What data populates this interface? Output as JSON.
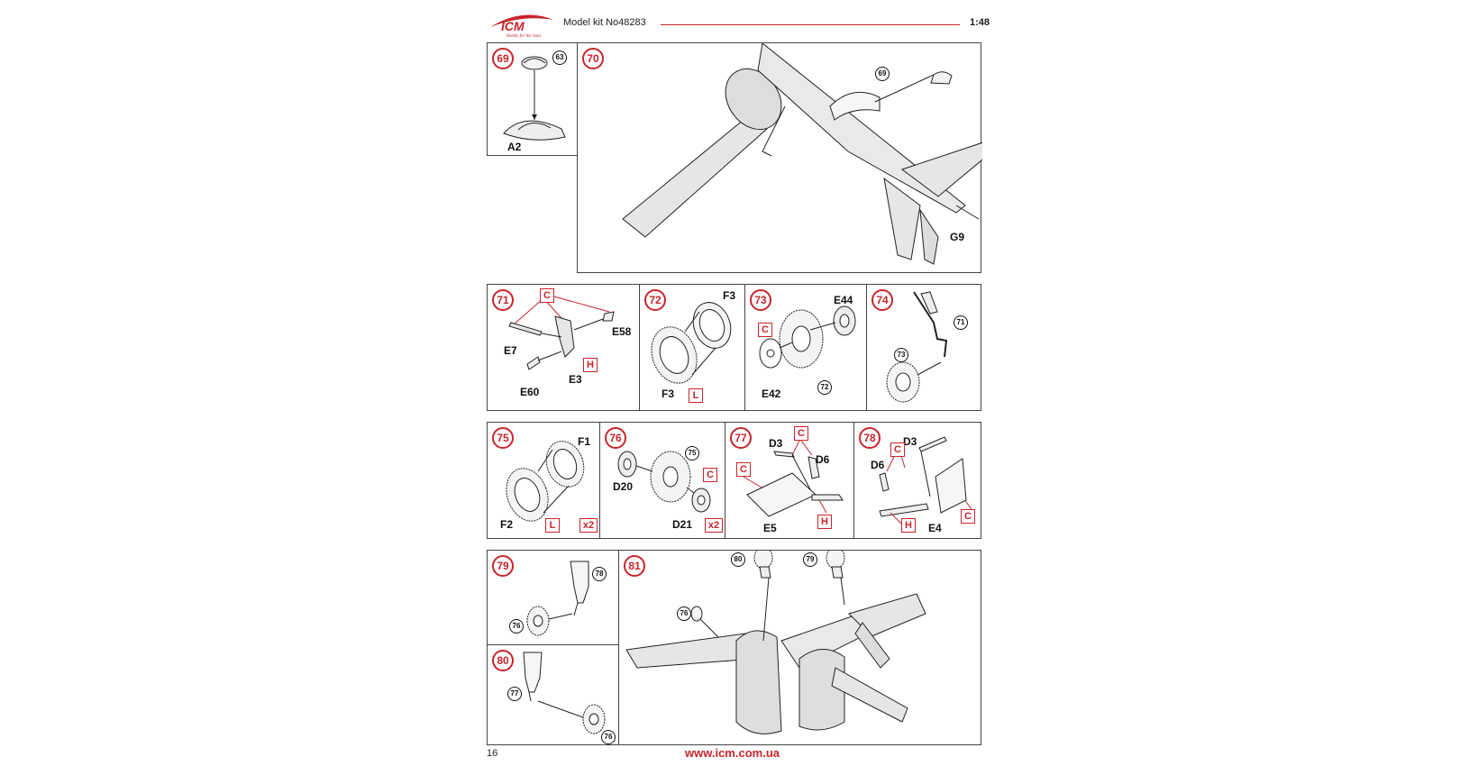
{
  "header": {
    "logo_text": "ICM",
    "logo_tagline": "Hobby for the Soul",
    "kit": "Model kit No48283",
    "scale": "1:48"
  },
  "steps": {
    "s69": {
      "num": "69",
      "refs": [
        "63"
      ],
      "parts": [
        "A2"
      ]
    },
    "s70": {
      "num": "70",
      "refs": [
        "69"
      ],
      "parts": [
        "G9"
      ]
    },
    "s71": {
      "num": "71",
      "parts": [
        "E58",
        "E7",
        "E3",
        "E60"
      ],
      "paints": [
        "C",
        "H"
      ]
    },
    "s72": {
      "num": "72",
      "parts": [
        "F3",
        "F3"
      ],
      "paints": [
        "L"
      ]
    },
    "s73": {
      "num": "73",
      "parts": [
        "E44",
        "E42"
      ],
      "refs": [
        "72"
      ],
      "paints": [
        "C"
      ]
    },
    "s74": {
      "num": "74",
      "refs": [
        "71",
        "73"
      ]
    },
    "s75": {
      "num": "75",
      "parts": [
        "F1",
        "F2"
      ],
      "paints": [
        "L"
      ],
      "qty": "x2"
    },
    "s76": {
      "num": "76",
      "parts": [
        "D20",
        "D21"
      ],
      "refs": [
        "75"
      ],
      "paints": [
        "C"
      ],
      "qty": "x2"
    },
    "s77": {
      "num": "77",
      "parts": [
        "D3",
        "D6",
        "E5"
      ],
      "paints": [
        "C",
        "C",
        "H"
      ]
    },
    "s78": {
      "num": "78",
      "parts": [
        "D3",
        "D6",
        "E4"
      ],
      "paints": [
        "C",
        "H",
        "C"
      ]
    },
    "s79": {
      "num": "79",
      "refs": [
        "78",
        "76"
      ]
    },
    "s80": {
      "num": "80",
      "refs": [
        "77",
        "76"
      ]
    },
    "s81": {
      "num": "81",
      "refs": [
        "80",
        "79",
        "76"
      ]
    }
  },
  "footer": {
    "page_number": "16",
    "url": "www.icm.com.ua"
  },
  "colors": {
    "accent": "#c8242b",
    "line": "#444444"
  }
}
